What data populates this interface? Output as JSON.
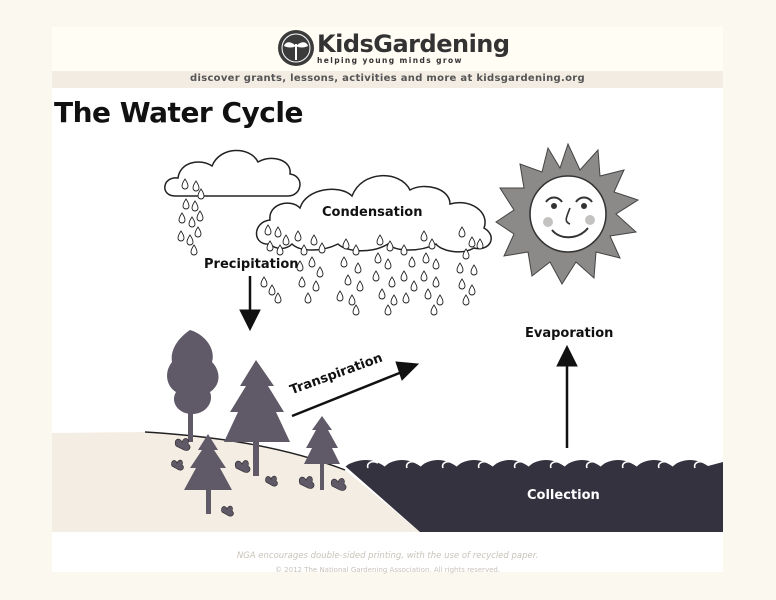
{
  "header": {
    "brand_name": "KidsGardening",
    "brand_tagline": "helping young minds grow",
    "site_tagline": "discover grants, lessons, activities and more at kidsgardening.org"
  },
  "diagram": {
    "title": "The Water Cycle",
    "labels": {
      "condensation": "Condensation",
      "precipitation": "Precipitation",
      "transpiration": "Transpiration",
      "evaporation": "Evaporation",
      "collection": "Collection"
    }
  },
  "footer": {
    "note": "NGA encourages double-sided printing, with the use of recycled paper.",
    "copyright": "© 2012 The National Gardening Association. All rights reserved."
  },
  "colors": {
    "tree": "#5f5968",
    "water": "#353240",
    "ground": "#f4ede3",
    "sun_rays": "#8c8a88"
  }
}
